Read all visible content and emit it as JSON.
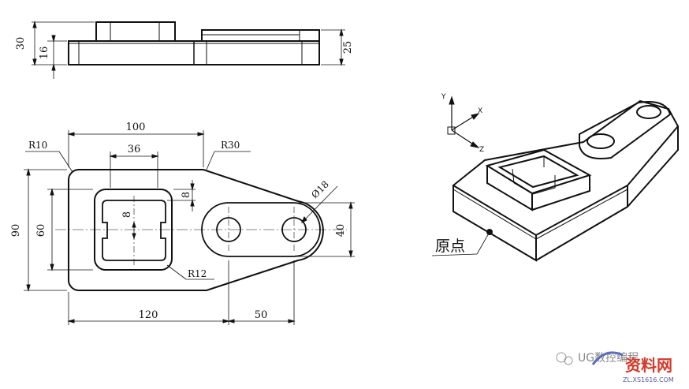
{
  "top_view": {
    "dim_left_30": "30",
    "dim_left_16": "16",
    "dim_right_25": "25"
  },
  "front_view": {
    "dim_100": "100",
    "dim_36": "36",
    "dim_8": "8",
    "dim_inner_8": "8",
    "dim_90": "90",
    "dim_60": "60",
    "dim_40": "40",
    "dim_120": "120",
    "dim_50": "50",
    "r10": "R10",
    "r30": "R30",
    "r12": "R12",
    "dia18": "Ø18"
  },
  "iso_view": {
    "axis_x": "X",
    "axis_y": "Y",
    "axis_z": "Z",
    "origin_label": "原点"
  },
  "watermark": {
    "wechat_text": "UG数控编程",
    "brand_text": "资料网",
    "brand_url": "ZL.XS1616.COM"
  }
}
